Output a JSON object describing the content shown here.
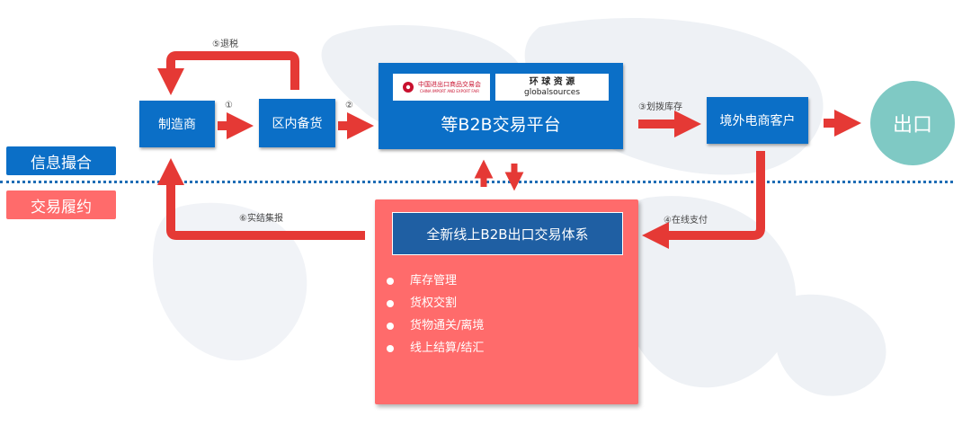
{
  "labels": {
    "side_top": "信息撮合",
    "side_bottom": "交易履约"
  },
  "nodes": {
    "manufacturer": "制造商",
    "zone_stock": "区内备货",
    "b2b_platform": "等B2B交易平台",
    "overseas_customer": "境外电商客户",
    "export": "出口",
    "new_system": "全新线上B2B出口交易体系"
  },
  "logos": {
    "canton_fair_cn": "中国进出口商品交易会",
    "canton_fair_en": "CHINA IMPORT AND EXPORT FAIR",
    "global_sources_cn": "环 球 资 源",
    "global_sources_en": "globalsources"
  },
  "steps": {
    "s1": "①",
    "s2": "②",
    "s3": "③划拨库存",
    "s4": "④在线支付",
    "s5": "⑤退税",
    "s6": "⑥实结集报"
  },
  "features": [
    "库存管理",
    "货权交割",
    "货物通关/离境",
    "线上结算/结汇"
  ],
  "colors": {
    "blue": "#0b6fc7",
    "red_arrow": "#e53935",
    "pink_panel": "#ff6b6b",
    "teal_circle": "#7fc9c4",
    "system_header": "#1f5fa3"
  }
}
